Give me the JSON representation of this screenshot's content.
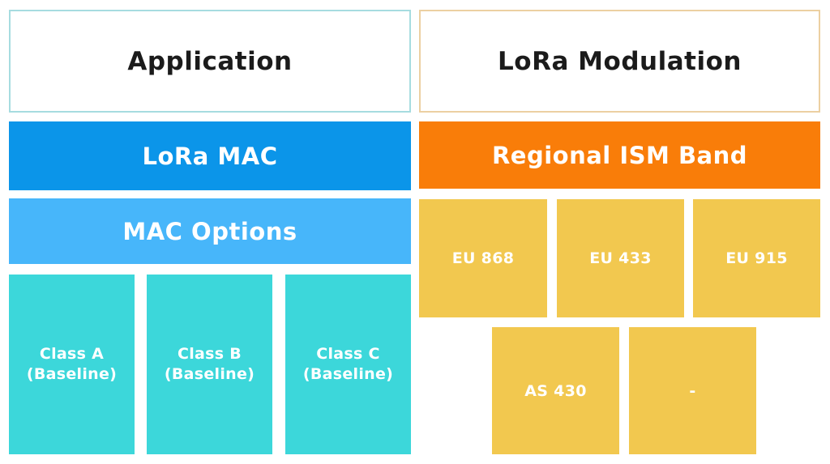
{
  "colors": {
    "blue": "#0b95e9",
    "light_blue": "#47b6fa",
    "teal": "#3cd7da",
    "teal_border": "#a6dce0",
    "orange": "#f97d09",
    "orange_border": "#ecd0a2",
    "yellow": "#f2c84f",
    "heading_text": "#1b1b1b"
  },
  "left_column": {
    "header": {
      "label": "Application"
    },
    "mac": {
      "label": "LoRa MAC"
    },
    "mac_options": {
      "label": "MAC Options"
    },
    "classes": [
      {
        "line1": "Class A",
        "line2": "(Baseline)"
      },
      {
        "line1": "Class B",
        "line2": "(Baseline)"
      },
      {
        "line1": "Class C",
        "line2": "(Baseline)"
      }
    ]
  },
  "right_column": {
    "header": {
      "label": "LoRa Modulation"
    },
    "ism": {
      "label": "Regional ISM Band"
    },
    "bands_row1": [
      {
        "label": "EU 868"
      },
      {
        "label": "EU 433"
      },
      {
        "label": "EU 915"
      }
    ],
    "bands_row2": [
      {
        "label": "AS 430"
      },
      {
        "label": "-"
      }
    ]
  }
}
